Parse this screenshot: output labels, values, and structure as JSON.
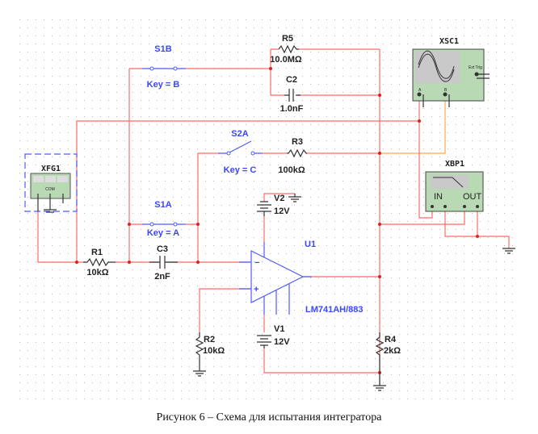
{
  "components": {
    "s1b": {
      "name": "S1B",
      "key": "Key = B"
    },
    "s1a": {
      "name": "S1A",
      "key": "Key = A"
    },
    "s2a": {
      "name": "S2A",
      "key": "Key = C"
    },
    "r5": {
      "name": "R5",
      "value": "10.0MΩ"
    },
    "c2": {
      "name": "C2",
      "value": "1.0nF"
    },
    "r3": {
      "name": "R3",
      "value": "100kΩ"
    },
    "r1": {
      "name": "R1",
      "value": "10kΩ"
    },
    "c3": {
      "name": "C3",
      "value": "2nF"
    },
    "r2": {
      "name": "R2",
      "value": "10kΩ"
    },
    "r4": {
      "name": "R4",
      "value": "2kΩ"
    },
    "v1": {
      "name": "V1",
      "value": "12V"
    },
    "v2": {
      "name": "V2",
      "value": "12V"
    },
    "u1": {
      "name": "U1",
      "part": "LM741AH/883"
    },
    "xfg1": {
      "name": "XFG1",
      "com": "COM"
    },
    "xsc1": {
      "name": "XSC1",
      "ext_trig": "Ext Trig",
      "pin_a": "A",
      "pin_b": "B"
    },
    "xbp1": {
      "name": "XBP1",
      "in": "IN",
      "out": "OUT"
    }
  },
  "colors": {
    "wire": "#ff6b6b",
    "probe_wire": "#ffa64d",
    "component_blue": "#4f5cff",
    "instrument_green": "#b9d9b4"
  },
  "caption": "Рисунок 6 – Схема для испытания интегратора"
}
